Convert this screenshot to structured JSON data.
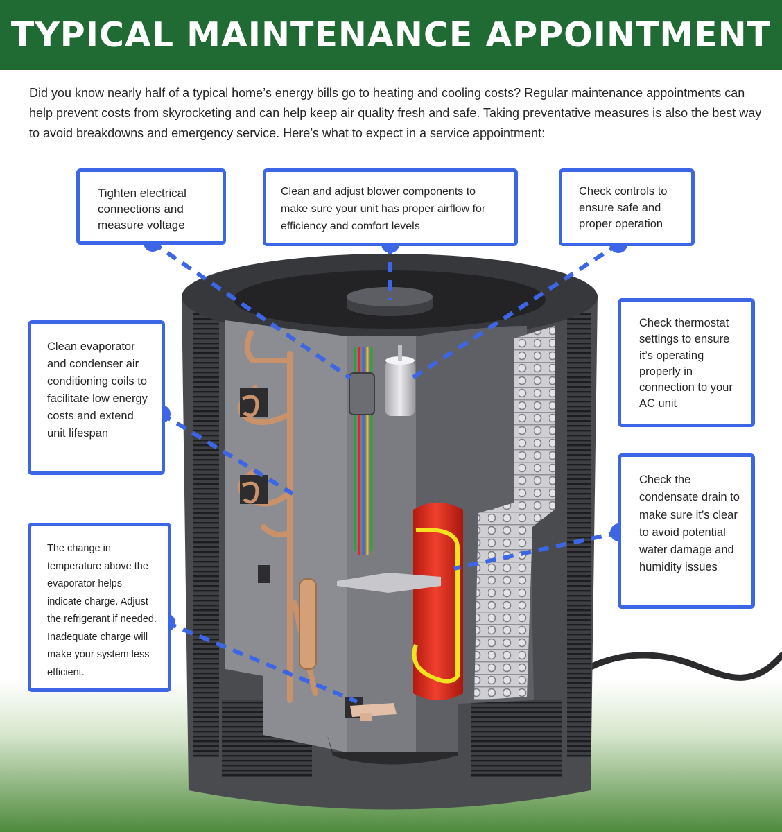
{
  "header": {
    "title": "TYPICAL MAINTENANCE APPOINTMENT"
  },
  "intro": {
    "text": "Did you know nearly half of a typical home’s energy bills go to heating and cooling costs? Regular maintenance appointments can help prevent costs from skyrocketing and can help keep air quality fresh and safe. Taking preventative measures is also the best way to avoid breakdowns and emergency service.  Here’s what to expect in a service appointment:"
  },
  "callouts": {
    "electrical": "Tighten electrical connections and measure voltage",
    "blower": "Clean and adjust blower components to make sure your unit has proper airflow for efficiency and comfort levels",
    "controls": "Check controls to ensure safe and proper operation",
    "thermostat": "Check thermostat settings to ensure it’s operating properly in connection to your AC unit",
    "coils": "Clean evaporator and condenser air conditioning coils to facilitate low energy costs and extend unit lifespan",
    "drain": "Check the condensate drain to make sure it’s clear  to avoid potential water damage and humidity issues",
    "refrigerant": "The change in temperature above the evaporator helps indicate charge. Adjust the refrigerant if needed. Inadequate charge will make your system less efficient."
  },
  "colors": {
    "banner_green": "#1f6b33",
    "callout_blue": "#3d66e6",
    "unit_dark": "#4a4b4f",
    "copper": "#c9926a",
    "tank_red": "#e0291c"
  }
}
